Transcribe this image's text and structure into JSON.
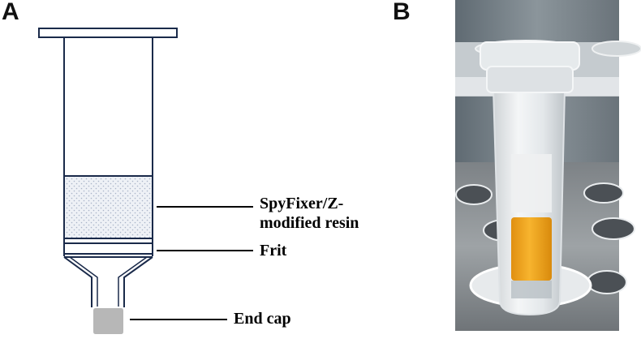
{
  "panels": {
    "a": "A",
    "b": "B"
  },
  "labels": {
    "resin_line1": "SpyFixer/Z-",
    "resin_line2": "modified resin",
    "frit": "Frit",
    "end_cap": "End cap"
  },
  "colors": {
    "column_outline": "#1a2a4a",
    "resin_fill": "#eef1f6",
    "resin_dots": "#a9b4c8",
    "end_cap": "#b7b7b7",
    "resin_photo": "#f2a71e"
  }
}
